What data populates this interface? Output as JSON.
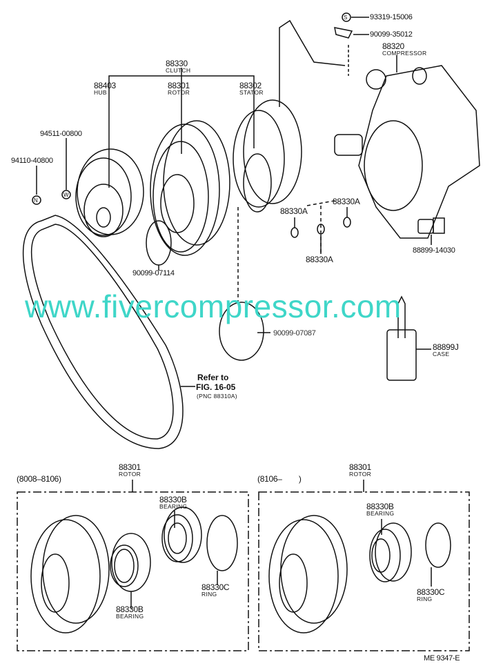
{
  "top": {
    "clutch": {
      "num": "88330",
      "name": "CLUTCH"
    },
    "hub": {
      "num": "88403",
      "name": "HUB"
    },
    "rotor": {
      "num": "88301",
      "name": "ROTOR"
    },
    "stator": {
      "num": "88302",
      "name": "STATOR"
    },
    "compressor": {
      "num": "88320",
      "name": "COMPRESSOR"
    },
    "screw": "93319-15006",
    "bracket": "90099-35012",
    "washer_w": "94511-00800",
    "nut_n": "94110-40800",
    "snap_ring": "90099-07114",
    "shim_a1": "88330A",
    "shim_a2": "88330A",
    "shim_a3": "88330A",
    "plug": "88899-14030",
    "ring_obscured": "90099-07087",
    "case": {
      "num": "88899J",
      "name": "CASE"
    },
    "refer": {
      "line1": "Refer to",
      "line2": "FIG. 16-05",
      "line3": "(PNC 88310A)"
    },
    "symbol_s": "S",
    "symbol_w": "W",
    "symbol_n": "N"
  },
  "left_box": {
    "period": "(8008–8106)",
    "rotor": {
      "num": "88301",
      "name": "ROTOR"
    },
    "bearing_upper": {
      "num": "88330B",
      "name": "BEARING"
    },
    "bearing_lower": {
      "num": "88330B",
      "name": "BEARING"
    },
    "ring": {
      "num": "88330C",
      "name": "RING"
    }
  },
  "right_box": {
    "period": "(8106–        )",
    "rotor": {
      "num": "88301",
      "name": "ROTOR"
    },
    "bearing": {
      "num": "88330B",
      "name": "BEARING"
    },
    "ring": {
      "num": "88330C",
      "name": "RING"
    }
  },
  "figure_code": "ME 9347-E",
  "watermark": "www.fivercompressor.com"
}
